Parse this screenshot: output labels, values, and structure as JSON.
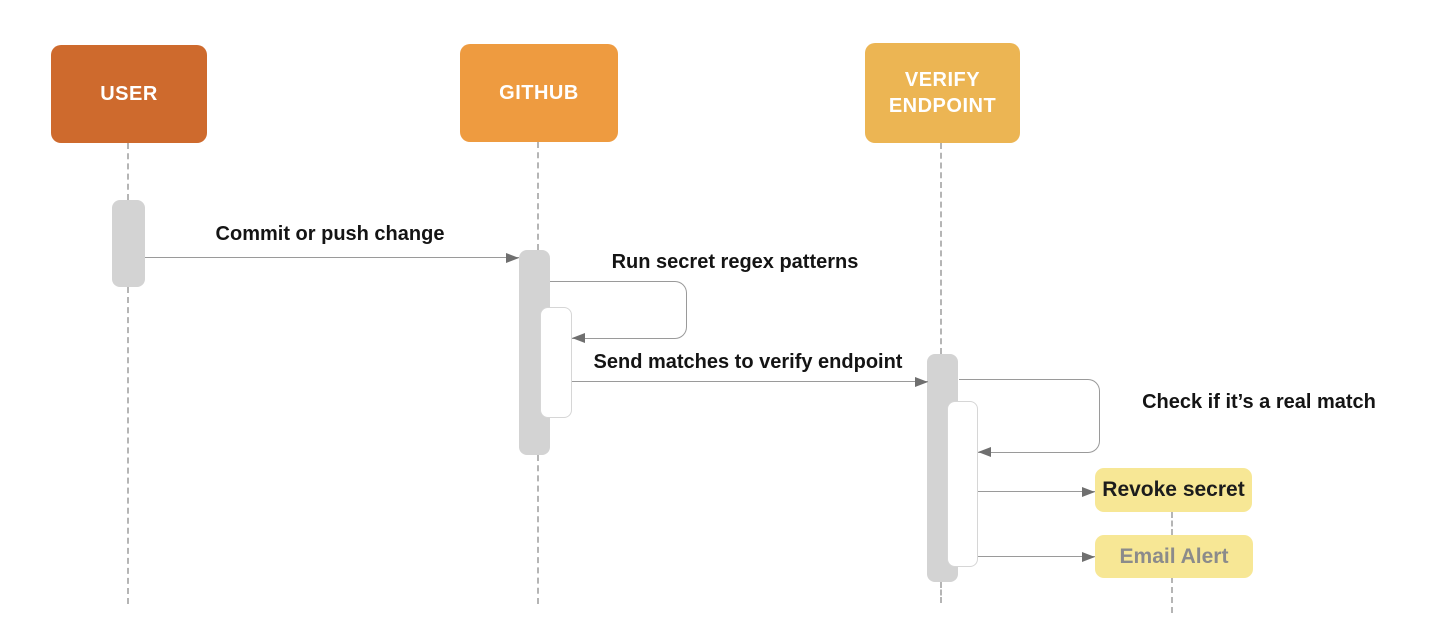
{
  "diagram": {
    "type": "sequence-diagram",
    "background": "#ffffff"
  },
  "actors": [
    {
      "label": "USER",
      "color": "#ce6a2d",
      "text_color": "#ffffff"
    },
    {
      "label": "GITHUB",
      "color": "#ee9b40",
      "text_color": "#ffffff"
    },
    {
      "label": "VERIFY ENDPOINT",
      "color": "#ecb553",
      "text_color": "#ffffff"
    }
  ],
  "messages": [
    {
      "label": "Commit or push change",
      "from": "USER",
      "to": "GITHUB",
      "kind": "call"
    },
    {
      "label": "Run secret regex patterns",
      "from": "GITHUB",
      "to": "GITHUB",
      "kind": "self-call"
    },
    {
      "label": "Send matches to verify endpoint",
      "from": "GITHUB",
      "to": "VERIFY ENDPOINT",
      "kind": "call"
    },
    {
      "label": "Check if it’s a real match",
      "from": "VERIFY ENDPOINT",
      "to": "VERIFY ENDPOINT",
      "kind": "self-call"
    }
  ],
  "outcomes": [
    {
      "label": "Revoke secret",
      "bg": "#f7e795",
      "text_color": "#1c1c1c"
    },
    {
      "label": "Email Alert",
      "bg": "#f7e795",
      "text_color": "#8b8b8b"
    }
  ],
  "colors": {
    "activation_bar": "#d3d3d3",
    "nested_bar_border": "#d6d6d6",
    "message_line": "#9a9a9a",
    "arrowhead": "#6f6f6f",
    "lifeline_dash": "#b5b5b5",
    "label_text": "#141414"
  }
}
